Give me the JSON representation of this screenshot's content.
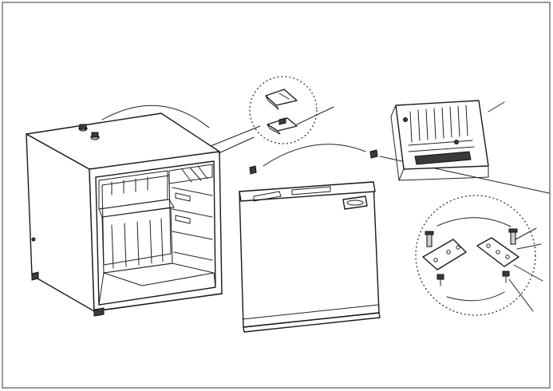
{
  "diagram": {
    "parts": [
      {
        "id": "cabinet",
        "icon": "refrigerator-cabinet"
      },
      {
        "id": "door",
        "icon": "refrigerator-door"
      },
      {
        "id": "top-hinge-detail",
        "icon": "hinge-bracket"
      },
      {
        "id": "bottom-hinge-detail",
        "icon": "hinge-plate"
      },
      {
        "id": "cabinet-base-view",
        "icon": "cabinet-underside"
      }
    ],
    "colors": {
      "line": "#1a1a1a",
      "background": "#ffffff",
      "frame": "#555555"
    }
  }
}
